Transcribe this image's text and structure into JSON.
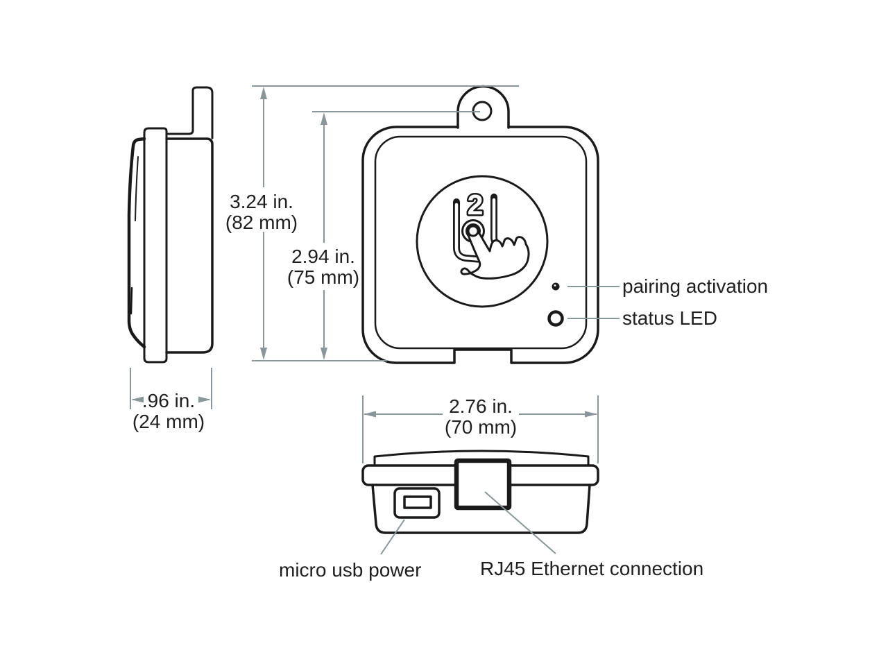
{
  "colors": {
    "background": "#ffffff",
    "line": "#1a1a1a",
    "dimension": "#8a9699",
    "text": "#1f1f1f"
  },
  "dimensions": {
    "height_overall": {
      "inches": "3.24 in.",
      "mm": "(82 mm)"
    },
    "height_to_hole": {
      "inches": "2.94 in.",
      "mm": "(75 mm)"
    },
    "depth": {
      "inches": ".96 in.",
      "mm": "(24 mm)"
    },
    "width": {
      "inches": "2.76 in.",
      "mm": "(70 mm)"
    }
  },
  "callouts": {
    "pairing_activation": "pairing activation",
    "status_led": "status LED",
    "micro_usb": "micro usb power",
    "rj45": "RJ45 Ethernet connection"
  },
  "touch_icon": {
    "count_label": "2"
  },
  "icons": {
    "touch": "two-press-touch-hand-icon",
    "mounting_hole": "mounting-hole-icon",
    "pairing_dot": "pairing-activation-dot",
    "status_led": "status-led-ring",
    "rj45_port": "rj45-port",
    "usb_port": "micro-usb-port"
  }
}
